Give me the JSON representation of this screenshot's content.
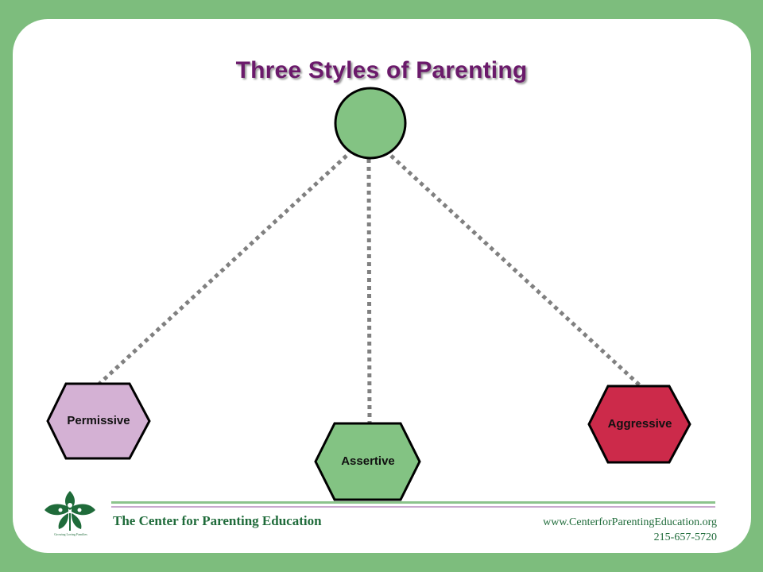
{
  "title": "Three Styles of Parenting",
  "diagram": {
    "nodes": [
      {
        "id": "center",
        "shape": "circle",
        "label": "",
        "color": "#83c383"
      },
      {
        "id": "permissive",
        "shape": "hexagon",
        "label": "Permissive",
        "color": "#d4b1d4"
      },
      {
        "id": "assertive",
        "shape": "hexagon",
        "label": "Assertive",
        "color": "#83c383"
      },
      {
        "id": "aggressive",
        "shape": "hexagon",
        "label": "Aggressive",
        "color": "#cc2a4a"
      }
    ],
    "edges": [
      {
        "from": "center",
        "to": "permissive",
        "style": "dotted"
      },
      {
        "from": "center",
        "to": "assertive",
        "style": "dotted"
      },
      {
        "from": "center",
        "to": "aggressive",
        "style": "dotted"
      }
    ]
  },
  "footer": {
    "org_name": "The Center for Parenting Education",
    "website": "www.CenterforParentingEducation.org",
    "phone": "215-657-5720",
    "logo_tagline": "Growing Loving Families"
  },
  "colors": {
    "background": "#7dbd7d",
    "title": "#6b1a6b",
    "connector": "#808080",
    "footer_text": "#1f6b3a"
  }
}
